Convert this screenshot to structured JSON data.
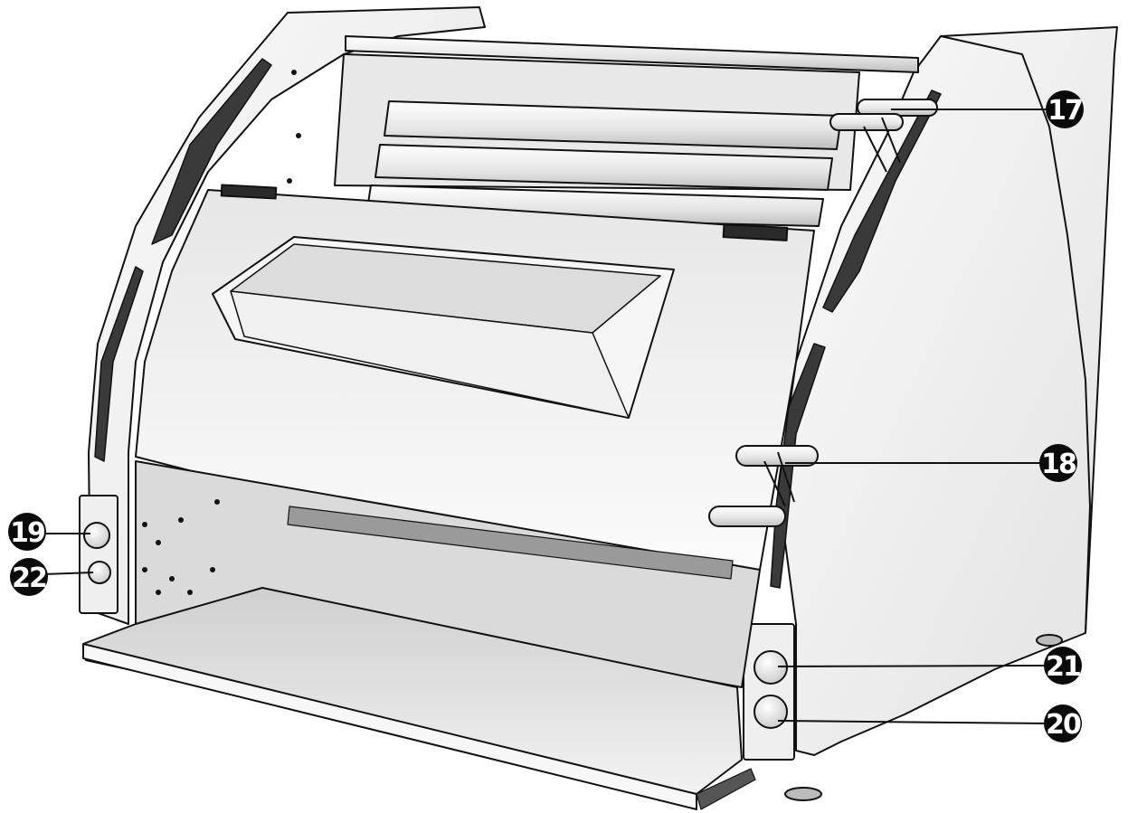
{
  "figure": {
    "subject": "dough-sheeter-machine",
    "colors": {
      "outline": "#111111",
      "body": "#f4f4f4",
      "shade": "#d9d9d9",
      "dark": "#2a2a2a",
      "callout_fill": "#0a0a0a",
      "callout_text": "#ffffff"
    }
  },
  "callouts": [
    {
      "id": "c17",
      "number": "17"
    },
    {
      "id": "c18",
      "number": "18"
    },
    {
      "id": "c19",
      "number": "19"
    },
    {
      "id": "c22",
      "number": "22"
    },
    {
      "id": "c21",
      "number": "21"
    },
    {
      "id": "c20",
      "number": "20"
    }
  ]
}
